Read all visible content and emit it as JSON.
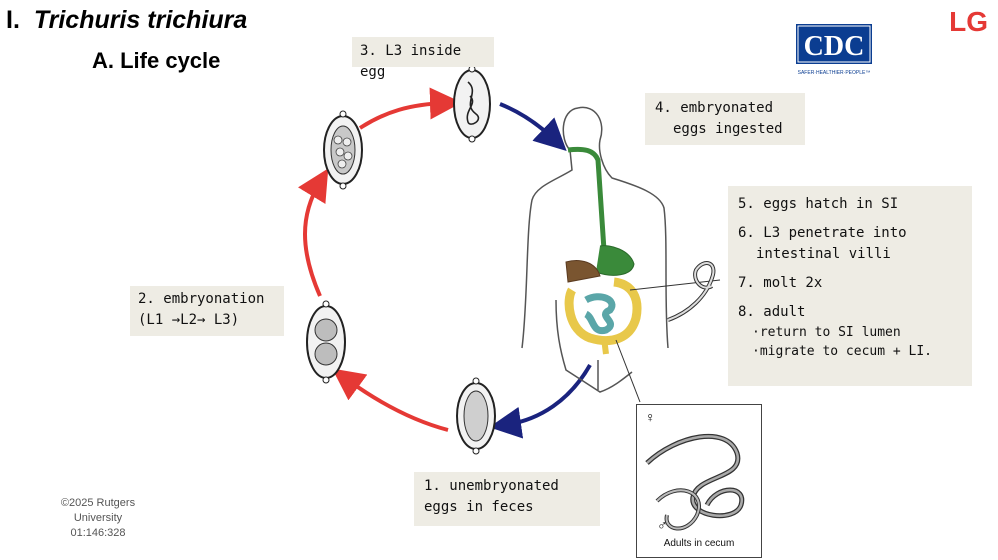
{
  "header": {
    "title_prefix": "I.",
    "title_species": "Trichuris trichiura",
    "subtitle": "A.  Life cycle",
    "corner_tag": "LG"
  },
  "logo": {
    "text": "CDC",
    "tagline": "SAFER·HEALTHIER·PEOPLE™"
  },
  "notes": {
    "step3": "3. L3 inside egg",
    "step4_line1": "4. embryonated",
    "step4_line2": "eggs ingested",
    "step2_line1": "2. embryonation",
    "step2_line2": "(L1 →L2→ L3)",
    "step1_line1": "1. unembryonated",
    "step1_line2": "eggs in feces",
    "right": {
      "line1": "5. eggs hatch in SI",
      "line2": "6. L3 penetrate into",
      "line3": "intestinal villi",
      "line4": "7. molt 2x",
      "line5": "8. adult",
      "line6": "·return to SI lumen",
      "line7": "·migrate to cecum + LI."
    }
  },
  "inset": {
    "label": "Adults in cecum",
    "female_symbol": "♀",
    "male_symbol": "♂"
  },
  "footer": {
    "line1": "©2025 Rutgers",
    "line2": "University",
    "line3": "01:146:328"
  },
  "colors": {
    "red_arrow": "#e53935",
    "blue_arrow": "#1a237e",
    "green_tract": "#3a8a3a",
    "yellow_colon": "#e8c84a",
    "liver": "#7a5530",
    "teal_si": "#5aa6a8"
  }
}
